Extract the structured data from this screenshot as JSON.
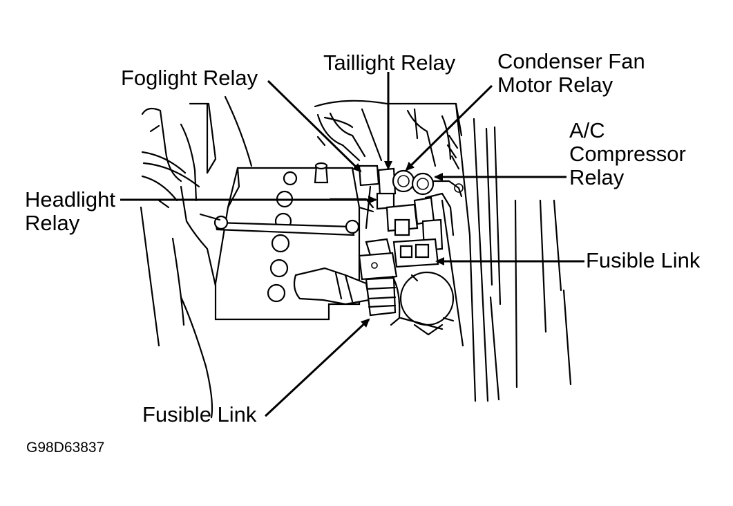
{
  "labels": {
    "foglight_relay": "Foglight Relay",
    "taillight_relay": "Taillight Relay",
    "condenser_line1": "Condenser Fan",
    "condenser_line2": "Motor Relay",
    "ac_line1": "A/C",
    "ac_line2": "Compressor",
    "ac_line3": "Relay",
    "headlight_line1": "Headlight",
    "headlight_line2": "Relay",
    "fusible_link_right": "Fusible Link",
    "fusible_link_bottom": "Fusible Link"
  },
  "figure_code": "G98D63837"
}
